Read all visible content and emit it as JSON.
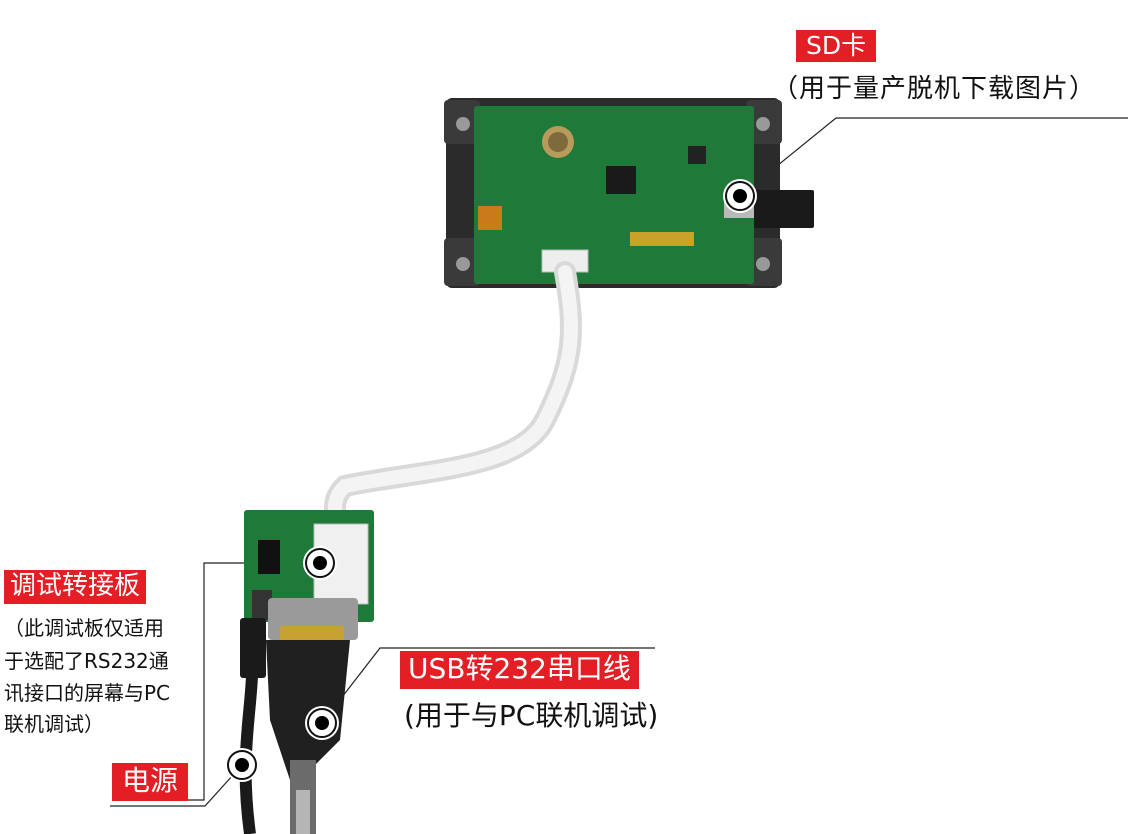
{
  "labels": {
    "sd_card": {
      "title": "SD卡",
      "note": "（用于量产脱机下载图片）"
    },
    "debug_board": {
      "title": "调试转接板",
      "note_lines": [
        "（此调试板仅适用",
        "于选配了RS232通",
        "讯接口的屏幕与PC",
        "联机调试）"
      ]
    },
    "usb_cable": {
      "title": "USB转232串口线",
      "note": "(用于与PC联机调试)"
    },
    "power": {
      "title": "电源"
    }
  },
  "colors": {
    "label_bg": "#e31e24",
    "pcb_green": "#1f7a3a",
    "cable_white": "#e6e6e6"
  },
  "icons": [
    "callout-marker-icon"
  ]
}
